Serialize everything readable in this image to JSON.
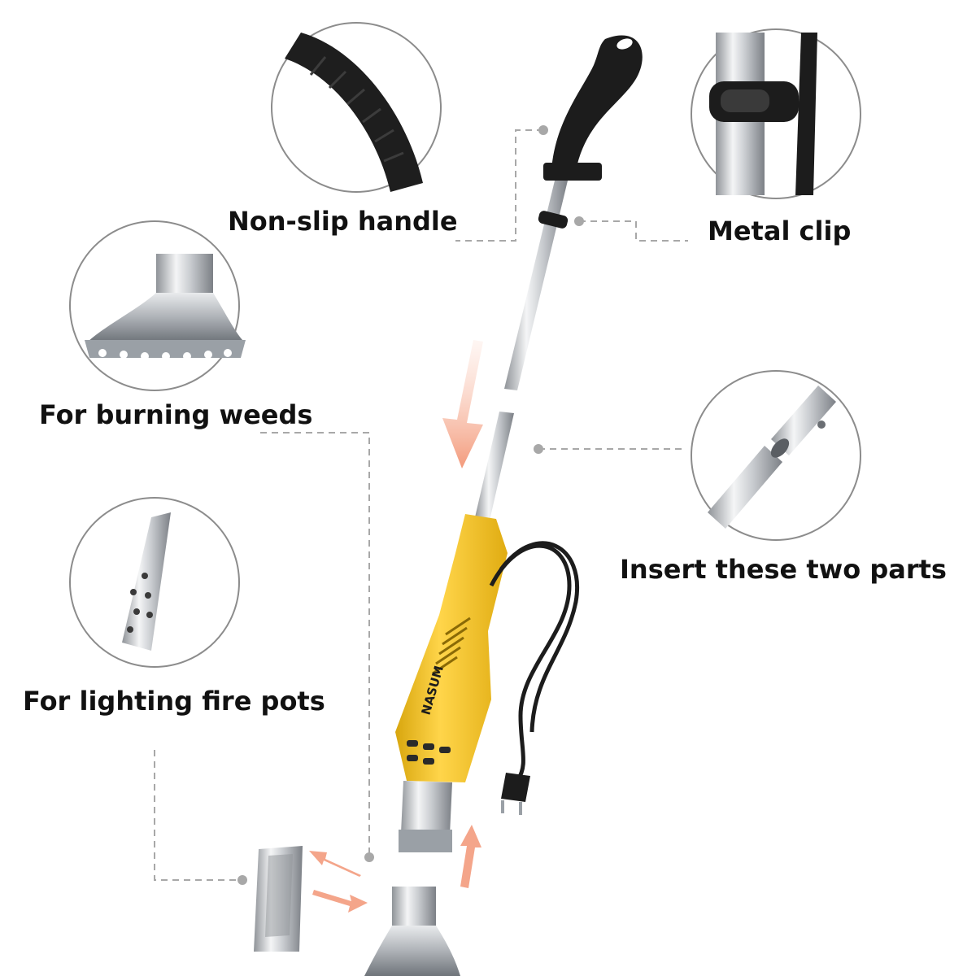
{
  "labels": {
    "non_slip_handle": "Non-slip handle",
    "metal_clip": "Metal clip",
    "for_burning_weeds": "For burning weeds",
    "insert_parts": "Insert these two parts",
    "for_lighting_fire_pots": "For lighting fire pots"
  },
  "product": {
    "brand": "NASUM"
  },
  "colors": {
    "body_yellow": "#f2c21b",
    "handle_black": "#1c1c1c",
    "metal_silver": "#c9ccd0",
    "arrow_salmon": "#f4a58a",
    "leader_gray": "#a8a8a8"
  }
}
